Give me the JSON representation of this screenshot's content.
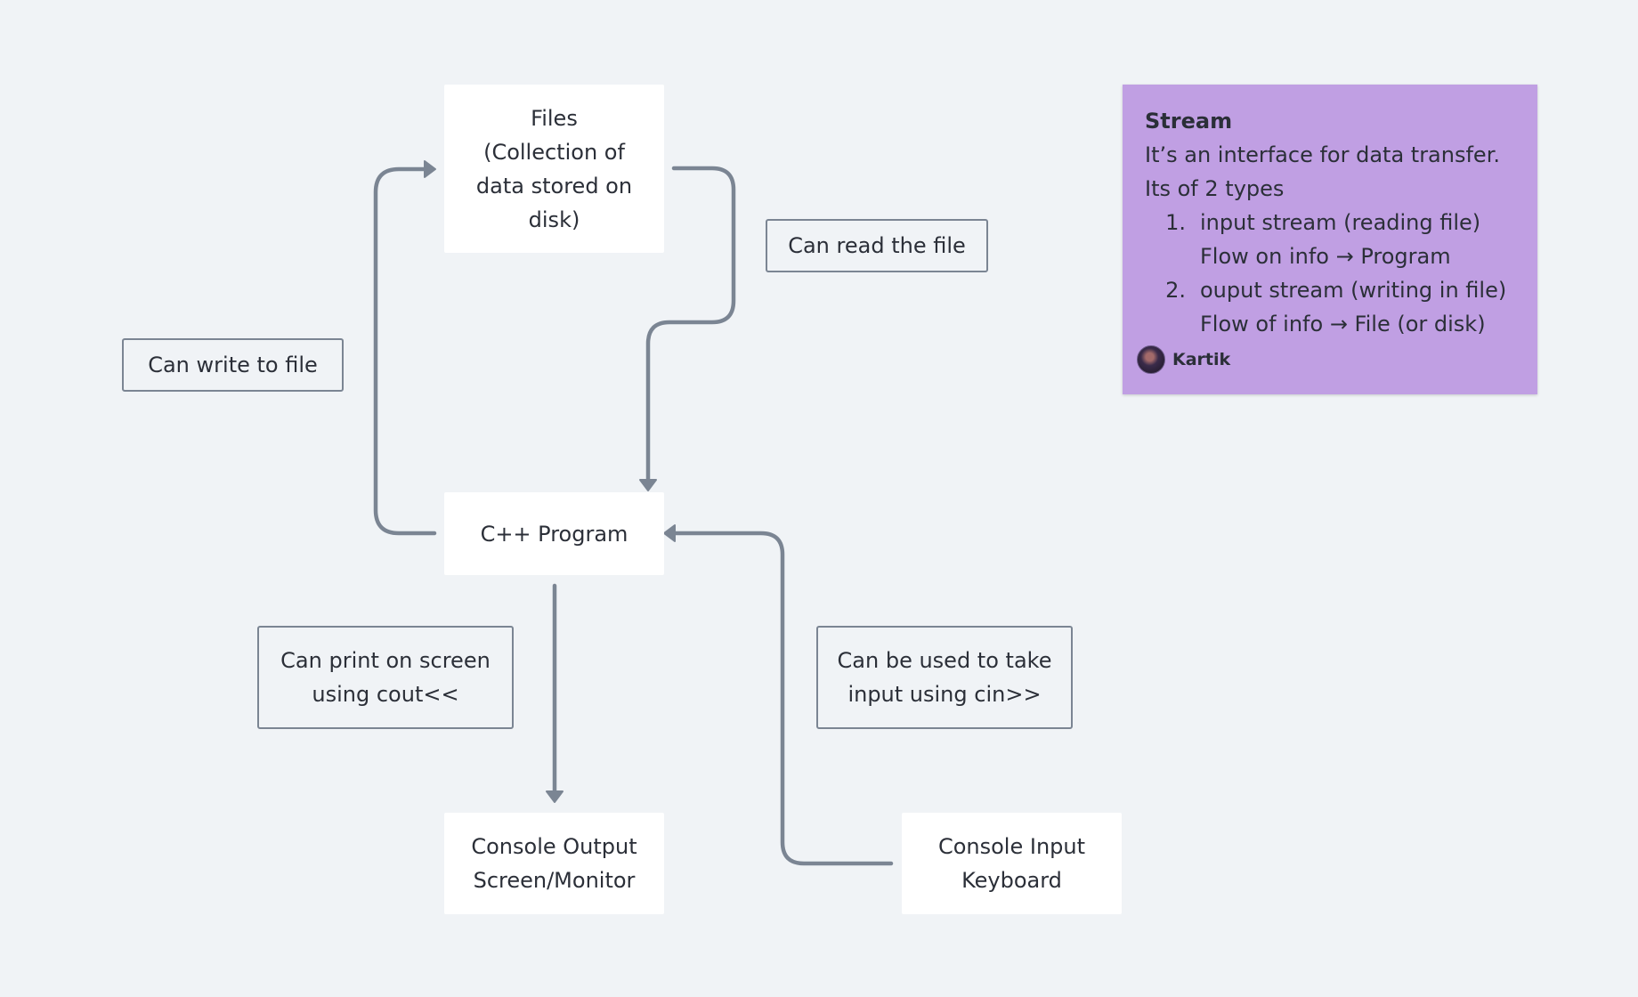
{
  "nodes": {
    "files": [
      "Files",
      "(Collection of",
      "data stored on",
      "disk)"
    ],
    "cpp_program": "C++ Program",
    "console_output": [
      "Console Output",
      "Screen/Monitor"
    ],
    "console_input": [
      "Console Input",
      "Keyboard"
    ]
  },
  "labels": {
    "read_file": "Can read the file",
    "write_file": "Can write to file",
    "print_screen": [
      "Can print on screen",
      "using cout<<"
    ],
    "take_input": [
      "Can be used to take",
      "input using cin>>"
    ]
  },
  "note": {
    "title": "Stream",
    "lines": [
      "It’s an interface for data transfer.",
      "Its of 2 types"
    ],
    "items": [
      {
        "num": "1.",
        "text": "input stream (reading file)",
        "sub": "Flow on info → Program"
      },
      {
        "num": "2.",
        "text": "ouput stream (writing in file)",
        "sub": "Flow of info → File (or disk)"
      }
    ],
    "author": "Kartik",
    "color": "#c09fe3"
  },
  "colors": {
    "background": "#f0f3f6",
    "connector": "#7b8593",
    "node": "#ffffff"
  }
}
